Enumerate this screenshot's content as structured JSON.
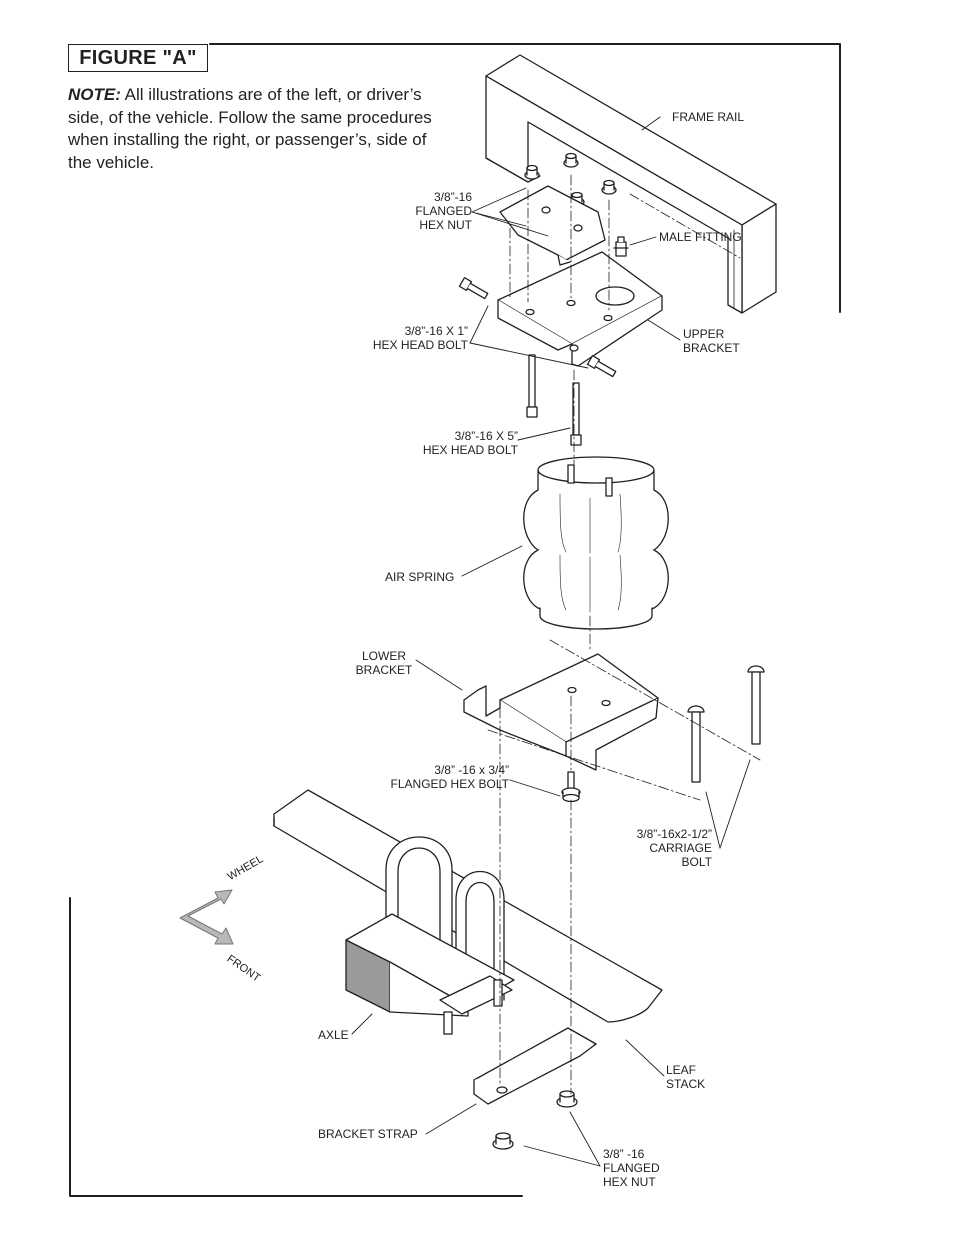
{
  "figure": {
    "title": "FIGURE \"A\""
  },
  "note": {
    "label": "NOTE:",
    "text": " All illustrations are of the left, or driver’s side, of the vehicle. Follow the same procedures when installing the right, or passenger’s, side of the vehicle."
  },
  "labels": {
    "frame_rail": "FRAME RAIL",
    "flanged_hex_nut_top": [
      "3/8”-16",
      "FLANGED",
      "HEX NUT"
    ],
    "male_fitting": "MALE FITTING",
    "hex_head_bolt_1": [
      "3/8”-16 X 1”",
      "HEX HEAD BOLT"
    ],
    "upper_bracket": [
      "UPPER",
      "BRACKET"
    ],
    "hex_head_bolt_5": [
      "3/8”-16 X 5”",
      "HEX HEAD BOLT"
    ],
    "air_spring": "AIR SPRING",
    "lower_bracket": [
      "LOWER",
      "BRACKET"
    ],
    "flanged_hex_bolt": [
      "3/8” -16 x 3/4”",
      "FLANGED HEX BOLT"
    ],
    "carriage_bolt": [
      "3/8”-16x2-1/2”",
      "CARRIAGE",
      "BOLT"
    ],
    "wheel": "WHEEL",
    "front": "FRONT",
    "axle": "AXLE",
    "leaf_stack": [
      "LEAF",
      "STACK"
    ],
    "bracket_strap": "BRACKET STRAP",
    "flanged_hex_nut_bottom": [
      "3/8” -16",
      "FLANGED",
      "HEX NUT"
    ]
  },
  "colors": {
    "ink": "#231f20",
    "axle_fill": "#9a9a9a",
    "arrow_fill": "#b8b8b8"
  }
}
